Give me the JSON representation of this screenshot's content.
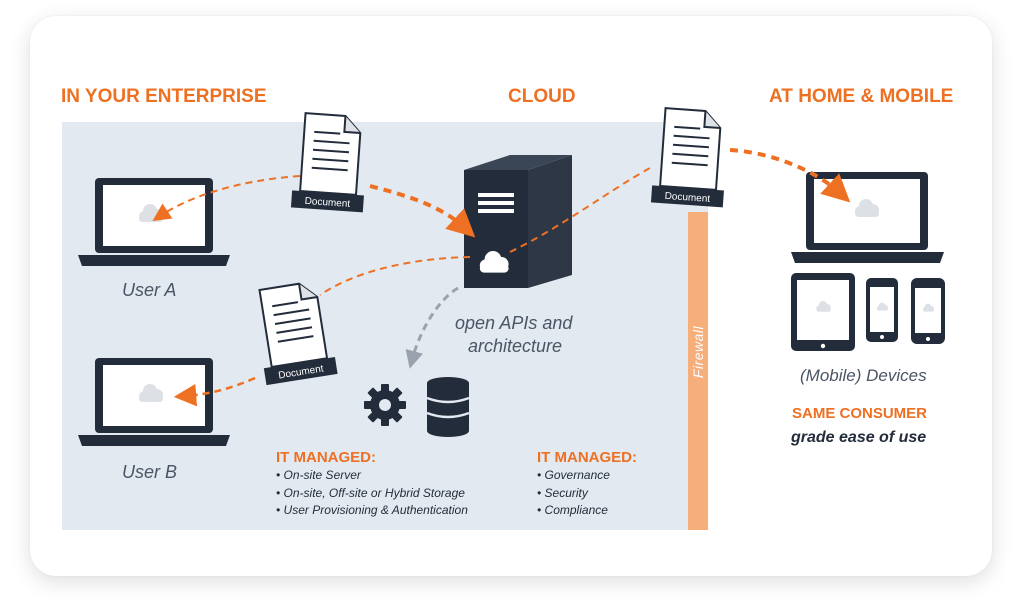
{
  "headings": {
    "enterprise": "IN YOUR ENTERPRISE",
    "cloud": "CLOUD",
    "home_mobile": "AT HOME & MOBILE"
  },
  "users": {
    "user_a": "User A",
    "user_b": "User B"
  },
  "document_label": "Document",
  "apis_line1": "open APIs and",
  "apis_line2": "architecture",
  "firewall": "Firewall",
  "devices_label": "(Mobile) Devices",
  "consumer_line1": "SAME CONSUMER",
  "consumer_line2": "grade ease of use",
  "it_managed_left": {
    "title": "IT MANAGED:",
    "items": [
      "On-site Server",
      "On-site, Off-site or Hybrid Storage",
      "User Provisioning & Authentication"
    ]
  },
  "it_managed_right": {
    "title": "IT MANAGED:",
    "items": [
      "Governance",
      "Security",
      "Compliance"
    ]
  },
  "colors": {
    "accent": "#ee7023",
    "navy": "#232c3a",
    "panel": "#e3e9f0",
    "firewall": "#f6ae7b"
  }
}
